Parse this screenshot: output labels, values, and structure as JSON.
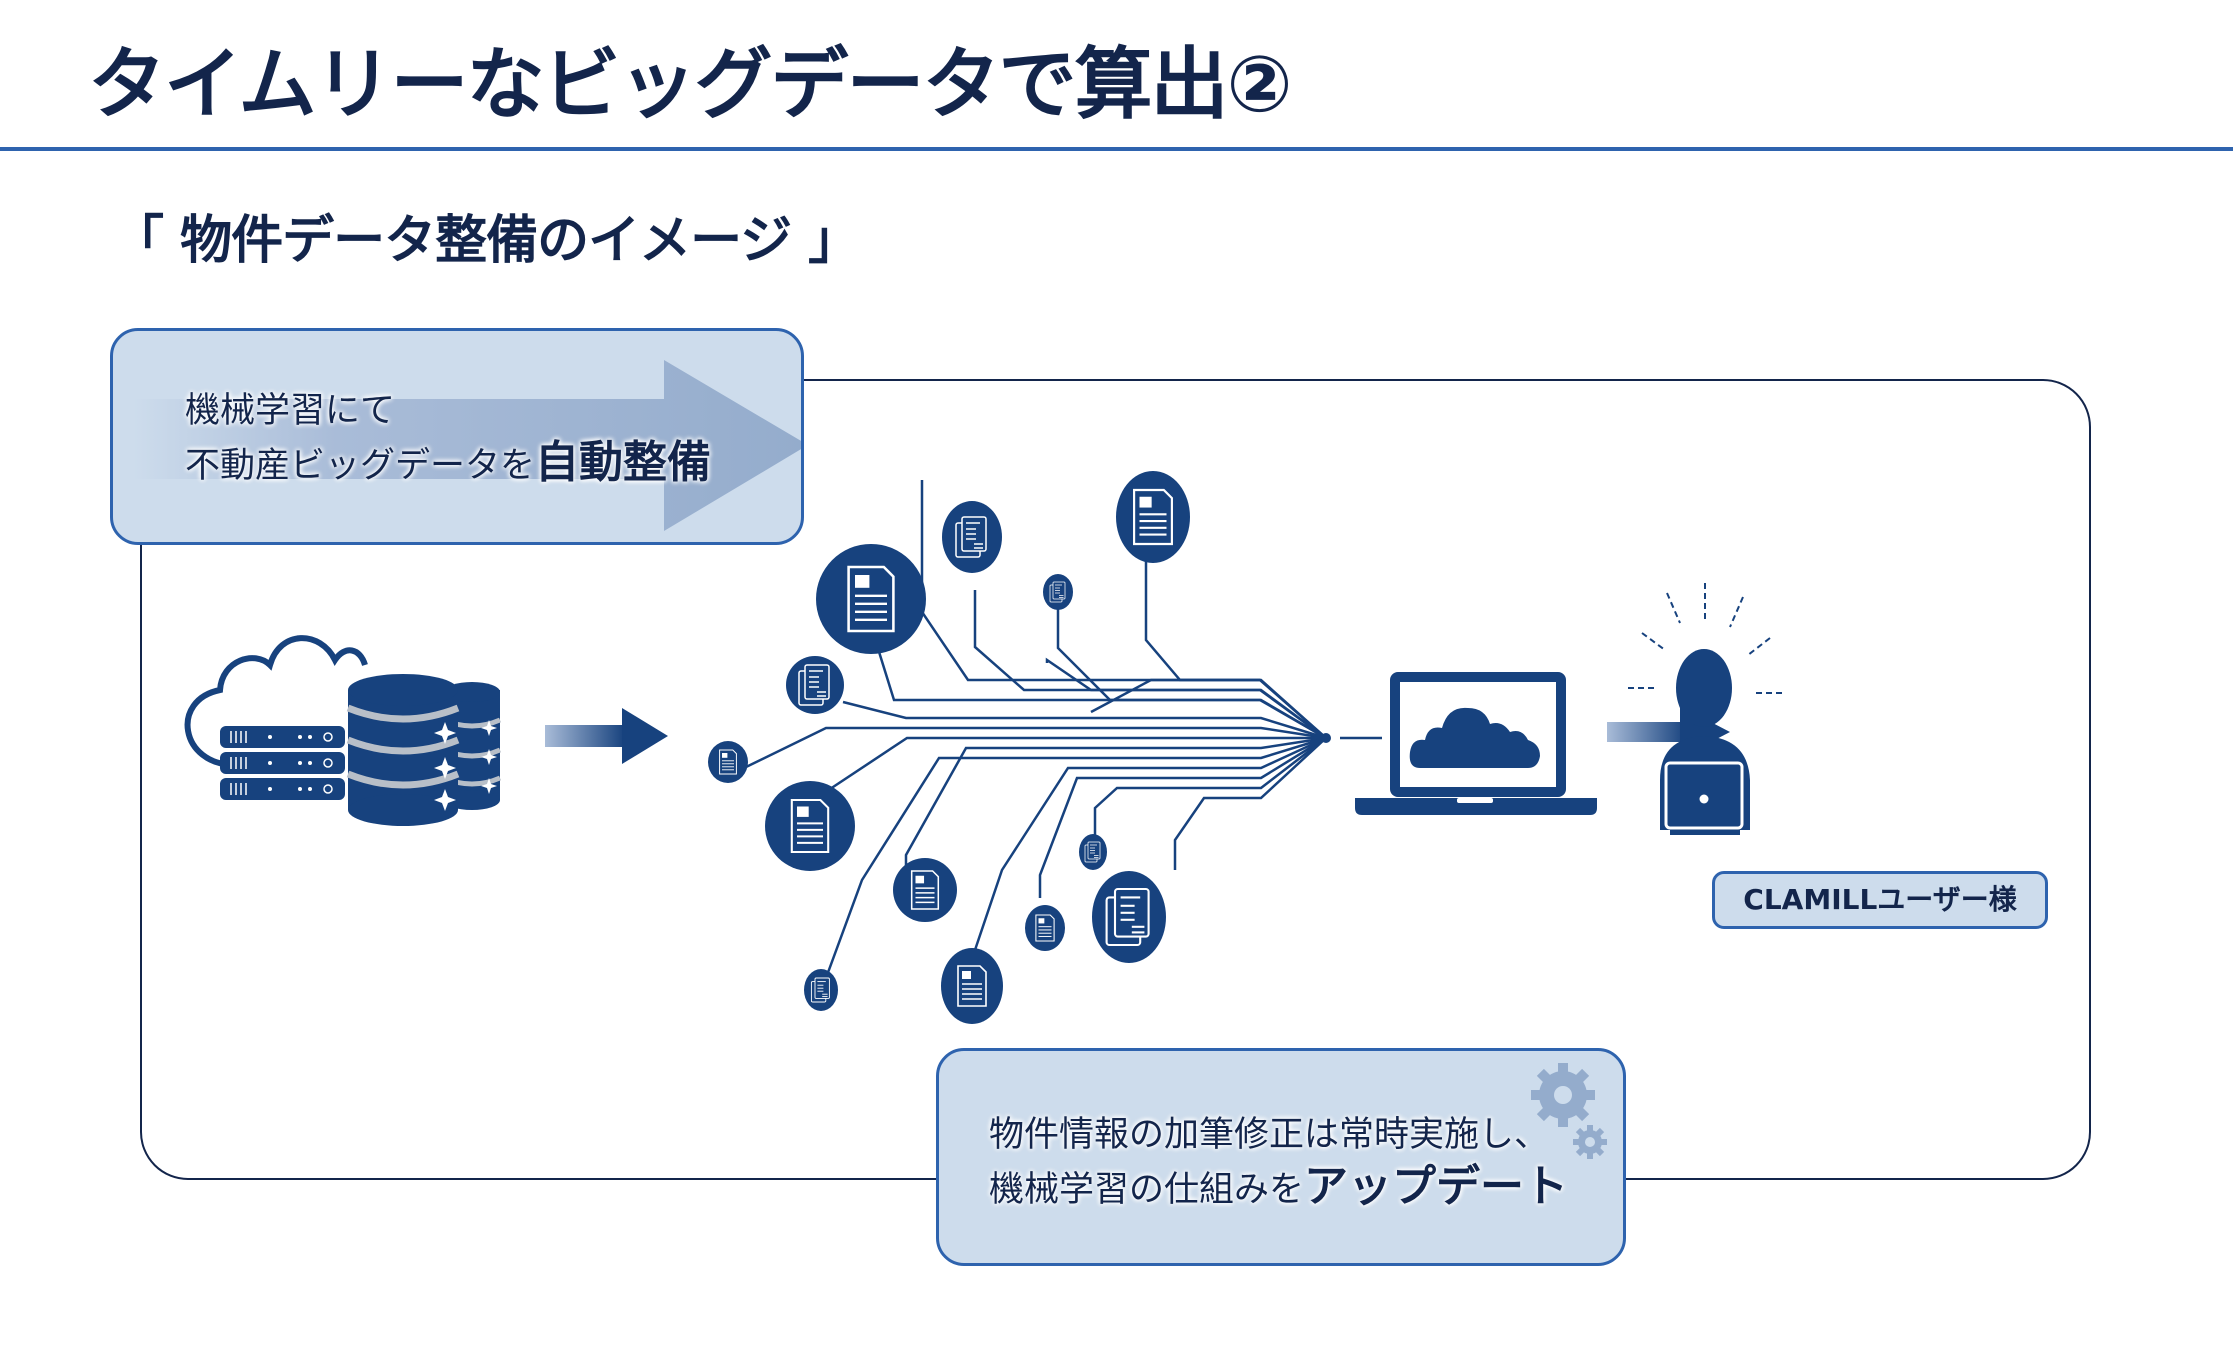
{
  "header": {
    "title": "タイムリーなビッグデータで算出②",
    "subtitle": "「 物件データ整備のイメージ 」"
  },
  "callout_top": {
    "line1": "機械学習にて",
    "line2_prefix": "不動産ビッグデータを",
    "line2_emphasis": "自動整備"
  },
  "callout_bottom": {
    "line1": "物件情報の加筆修正は常時実施し、",
    "line2_prefix": "機械学習の仕組みを",
    "line2_emphasis": "アップデート"
  },
  "user": {
    "label": "CLAMILLユーザー様"
  },
  "icons": {
    "source": "cloud-database-server-icon",
    "documents": "document-icon",
    "laptop": "laptop-cloud-icon",
    "user": "user-with-laptop-icon",
    "gears": "gears-icon"
  },
  "colors": {
    "navy": "#13254b",
    "icon_blue": "#17427e",
    "accent_blue": "#2e63ae",
    "callout_fill": "#cddcec",
    "arrow_light": "#98afcf"
  }
}
